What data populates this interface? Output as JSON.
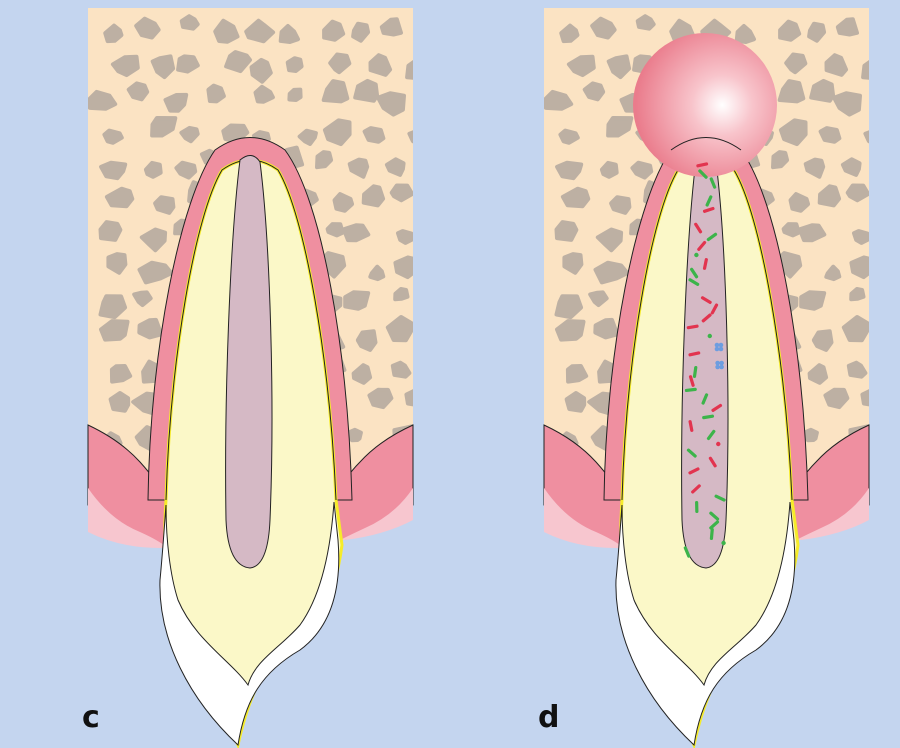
{
  "panels": [
    {
      "label": "c",
      "state": "healthy pulp"
    },
    {
      "label": "d",
      "state": "infected pulp with periapical lesion"
    }
  ],
  "colors": {
    "background": "#c4d5ef",
    "bone": "#fbe3c3",
    "bone_pores": "#bdb0a3",
    "gingiva": "#ef8fa0",
    "gingiva_light": "#f7c6cf",
    "periodontal_ligament": "#ef8fa0",
    "cementum": "#f6ec2a",
    "dentin": "#fbf8c8",
    "enamel": "#ffffff",
    "pulp": "#d5b9c5",
    "lesion": "#ee8190",
    "bacteria_red": "#e2344f",
    "bacteria_green": "#3cb44a",
    "bacteria_blue": "#6d9de0"
  }
}
